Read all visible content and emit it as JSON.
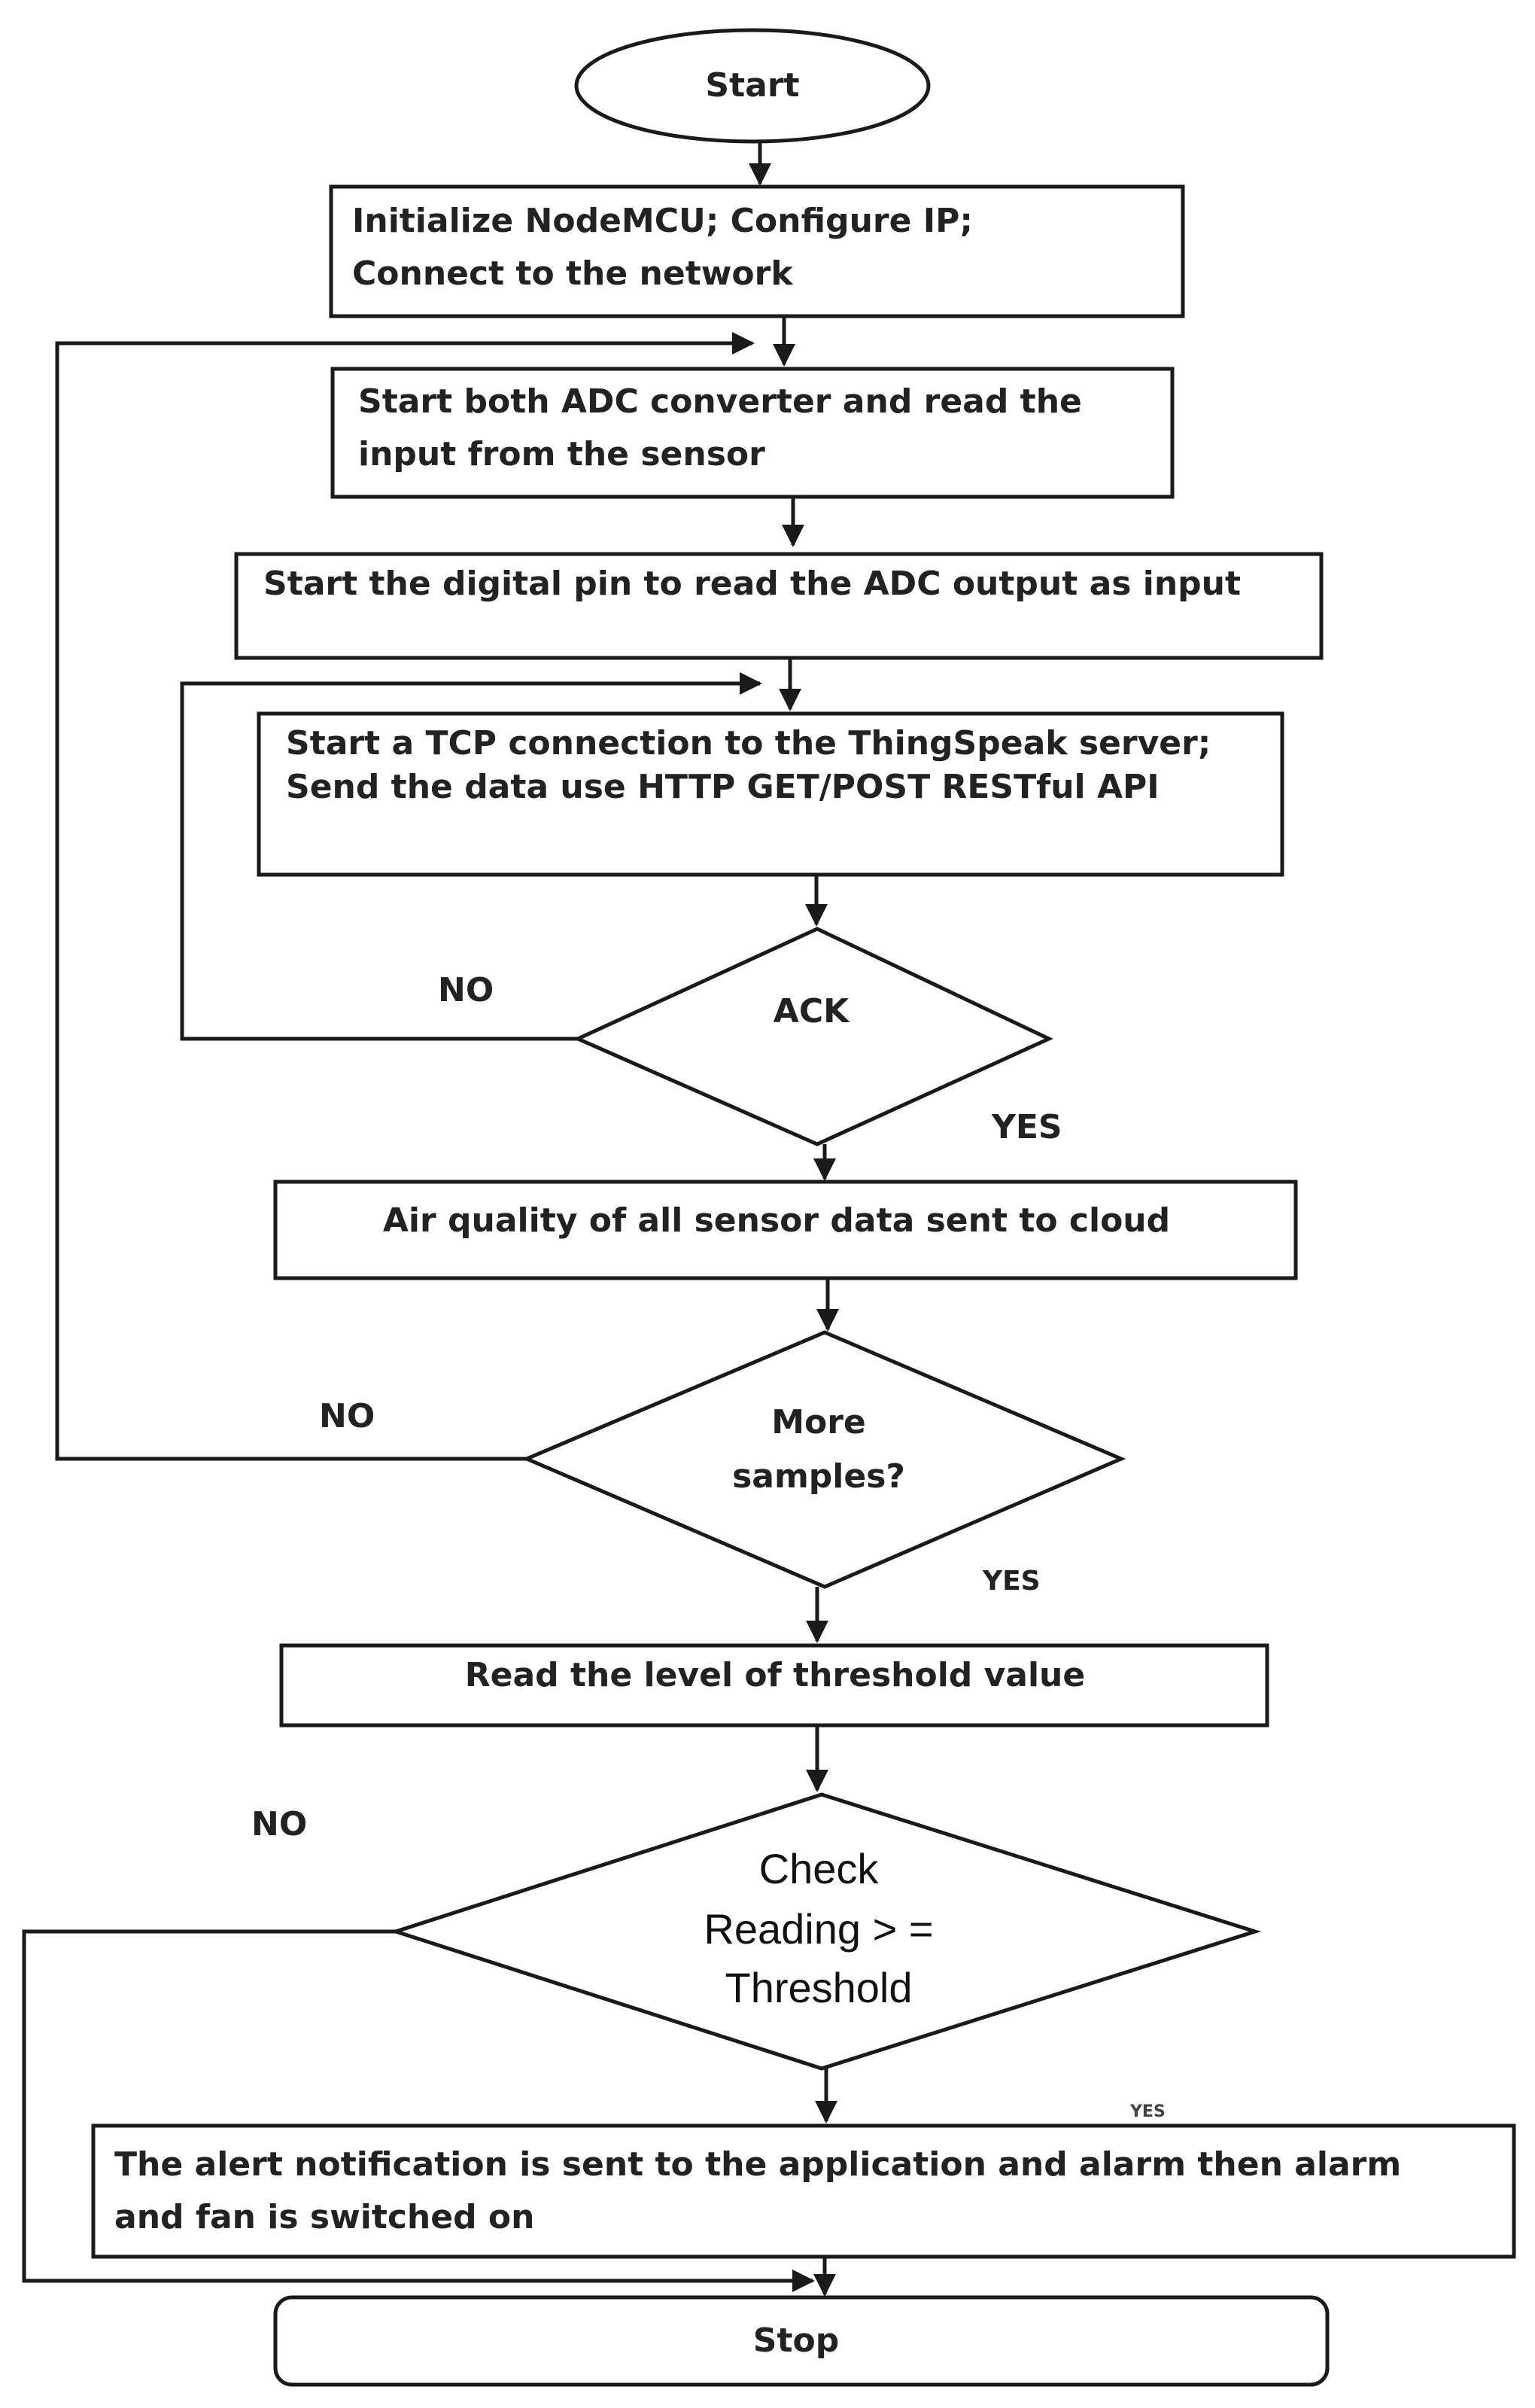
{
  "nodes": {
    "start": {
      "text": "Start"
    },
    "init": {
      "lines": [
        "Initialize NodeMCU; Configure IP;",
        "Connect to the network"
      ]
    },
    "adc": {
      "lines": [
        "Start both ADC converter and read the",
        "input from the sensor"
      ]
    },
    "digital": {
      "lines": [
        "Start the digital pin to read the ADC output as input"
      ]
    },
    "tcp": {
      "lines": [
        "Start a TCP connection to the ThingSpeak server;",
        "Send the data use HTTP GET/POST RESTful API"
      ]
    },
    "ack": {
      "lines": [
        "ACK"
      ]
    },
    "cloud": {
      "lines": [
        "Air quality of all sensor data sent to cloud"
      ]
    },
    "more": {
      "lines": [
        "More",
        "samples?"
      ]
    },
    "threshold": {
      "lines": [
        "Read the level of threshold value"
      ]
    },
    "check": {
      "lines": [
        "Check",
        "Reading > =",
        "Threshold"
      ]
    },
    "alert": {
      "lines": [
        "The alert notification is sent to the application and alarm then alarm",
        "and fan is switched on"
      ]
    },
    "stop": {
      "text": "Stop"
    }
  },
  "edge_labels": {
    "ack_no": "NO",
    "ack_yes": "YES",
    "more_no": "NO",
    "more_yes": "YES",
    "check_no": "NO",
    "check_yes": "YES"
  },
  "colors": {
    "stroke": "#1a1a1a",
    "text": "#222222",
    "background": "#ffffff"
  }
}
